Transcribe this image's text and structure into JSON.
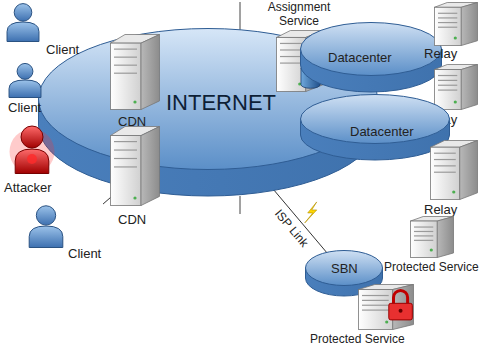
{
  "diagram": {
    "nodes": [
      {
        "text": [
          "INTERNET"
        ]
      },
      {
        "text": [
          "CDN"
        ],
        "in": 0
      },
      {
        "text": [
          "CDN"
        ],
        "in": 0
      },
      {
        "text": [
          "Client"
        ]
      },
      {
        "text": [
          "Client"
        ]
      },
      {
        "text": [
          "Attacker"
        ]
      },
      {
        "text": [
          "Client"
        ]
      },
      {
        "text": [
          "Assignment Service"
        ]
      },
      {
        "text": [
          "Datacenter"
        ]
      },
      {
        "text": [
          "Relay"
        ]
      },
      {
        "text": [
          "Relay"
        ]
      },
      {
        "text": [
          "Datacenter"
        ]
      },
      {
        "text": [
          "Relay"
        ]
      },
      {
        "text": [
          "Protected Service"
        ]
      },
      {
        "text": [
          "SBN"
        ]
      },
      {
        "text": [
          "Protected Service"
        ]
      }
    ],
    "edges": [
      {
        "from": 3,
        "to": 0,
        "arrow": "none"
      },
      {
        "from": 4,
        "to": 0,
        "arrow": "none"
      },
      {
        "from": 5,
        "to": 0,
        "arrow": "none"
      },
      {
        "from": 6,
        "to": 0,
        "arrow": "none"
      },
      {
        "from": 0,
        "to": 14,
        "label": "ISP Link",
        "arrow": "none"
      }
    ]
  }
}
